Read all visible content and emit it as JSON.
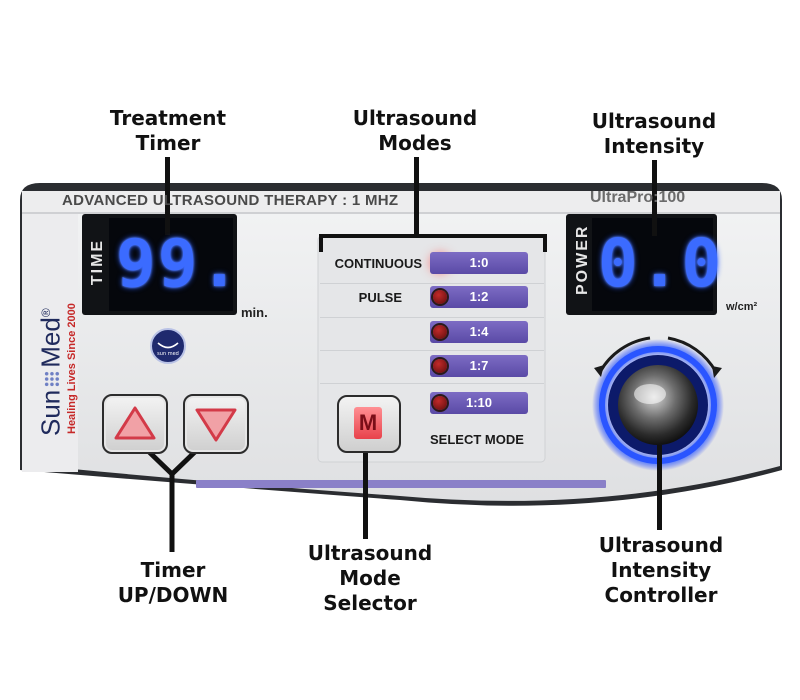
{
  "callouts": {
    "treatment_timer": [
      "Treatment",
      "Timer"
    ],
    "ultrasound_modes": [
      "Ultrasound",
      "Modes"
    ],
    "ultrasound_intensity": [
      "Ultrasound",
      "Intensity"
    ],
    "timer_updown": [
      "Timer",
      "UP/DOWN"
    ],
    "mode_selector": [
      "Ultrasound",
      "Mode",
      "Selector"
    ],
    "intensity_controller": [
      "Ultrasound",
      "Intensity",
      "Controller"
    ]
  },
  "panel": {
    "header_title": "ADVANCED ULTRASOUND THERAPY : 1 MHZ",
    "model": "UltraPro:100",
    "brand": "Sun",
    "brand_suffix": "Med",
    "registered": "®",
    "tagline": "Healing Lives Since 2000",
    "logo_badge": "sun med",
    "timer": {
      "label": "TIME",
      "value": "99.",
      "unit": "min."
    },
    "power": {
      "label": "POWER",
      "value": "0.0",
      "unit": "w/cm²"
    },
    "modes": [
      {
        "label": "CONTINUOUS",
        "ratio": "1:0",
        "active": true
      },
      {
        "label": "PULSE",
        "ratio": "1:2",
        "active": false
      },
      {
        "label": "",
        "ratio": "1:4",
        "active": false
      },
      {
        "label": "",
        "ratio": "1:7",
        "active": false
      },
      {
        "label": "",
        "ratio": "1:10",
        "active": false
      }
    ],
    "mode_button": "M",
    "select_mode": "SELECT MODE"
  },
  "colors": {
    "led_blue": "#3b6bff",
    "mode_purple": "#6654b4",
    "panel_dark": "#2b2d31",
    "panel_face": "#ebeced",
    "brand_red": "#c62828",
    "brand_navy": "#1f2a5c"
  }
}
